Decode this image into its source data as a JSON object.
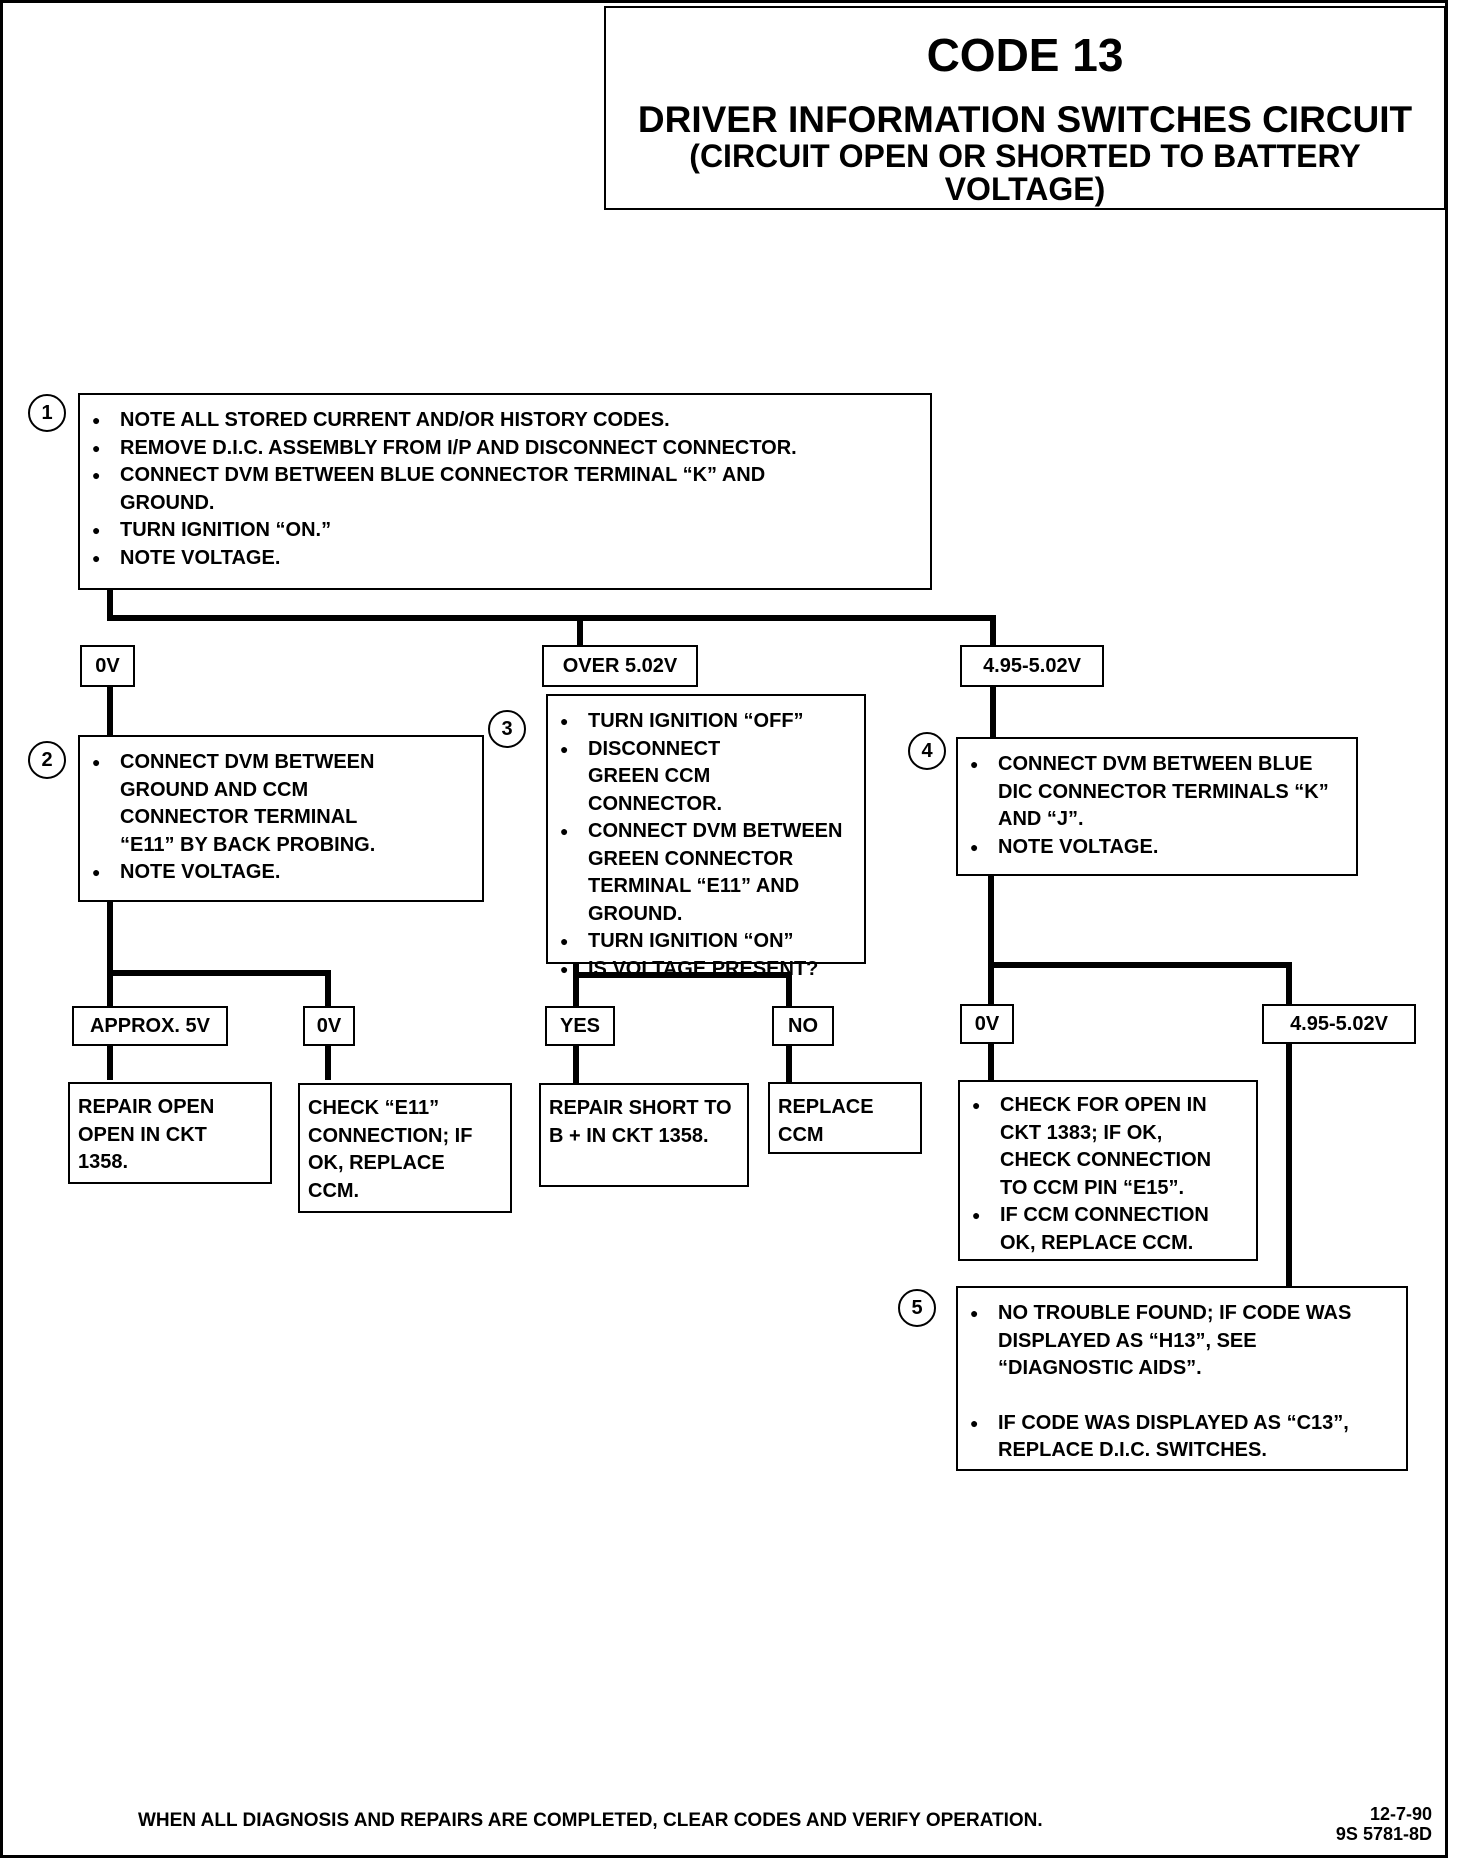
{
  "header": {
    "code": "CODE 13",
    "title": "DRIVER INFORMATION SWITCHES CIRCUIT",
    "subtitle_line1": "(CIRCUIT OPEN OR SHORTED TO BATTERY",
    "subtitle_line2": "VOLTAGE)"
  },
  "steps": {
    "s1": "1",
    "s2": "2",
    "s3": "3",
    "s4": "4",
    "s5": "5"
  },
  "step1": {
    "items": [
      "NOTE ALL STORED CURRENT AND/OR HISTORY CODES.",
      "REMOVE D.I.C. ASSEMBLY FROM I/P AND DISCONNECT CONNECTOR.",
      "CONNECT DVM BETWEEN BLUE CONNECTOR TERMINAL “K” AND GROUND.",
      "TURN IGNITION “ON.”",
      "NOTE VOLTAGE."
    ]
  },
  "branch1": {
    "ov": "0V",
    "over": "OVER 5.02V",
    "range": "4.95-5.02V"
  },
  "step2": {
    "items": [
      "CONNECT DVM BETWEEN GROUND AND CCM CONNECTOR TERMINAL “E11” BY BACK PROBING.",
      "NOTE VOLTAGE."
    ]
  },
  "step3": {
    "items": [
      "TURN IGNITION “OFF”",
      "DISCONNECT GREEN CCM CONNECTOR.",
      "CONNECT DVM BETWEEN GREEN CONNECTOR TERMINAL “E11” AND GROUND.",
      "TURN IGNITION “ON”",
      "IS VOLTAGE PRESENT?"
    ]
  },
  "step4": {
    "items": [
      "CONNECT DVM BETWEEN BLUE DIC CONNECTOR TERMINALS “K” AND “J”.",
      "NOTE VOLTAGE."
    ]
  },
  "branch2": {
    "approx": "APPROX. 5V",
    "ov": "0V",
    "yes": "YES",
    "no": "NO",
    "ov4": "0V",
    "range4": "4.95-5.02V"
  },
  "results": {
    "repair_open": "REPAIR OPEN OPEN IN CKT 1358.",
    "check_e11": "CHECK “E11” CONNECTION; IF OK, REPLACE CCM.",
    "repair_short": "REPAIR SHORT TO B + IN CKT 1358.",
    "replace_ccm": "REPLACE CCM"
  },
  "check_open": {
    "items": [
      "CHECK FOR OPEN IN CKT 1383; IF OK, CHECK CONNECTION TO CCM PIN “E15”.",
      "IF CCM CONNECTION OK, REPLACE CCM."
    ]
  },
  "step5": {
    "items": [
      "NO TROUBLE FOUND; IF CODE WAS DISPLAYED AS “H13”,  SEE “DIAGNOSTIC AIDS”.",
      "IF CODE WAS DISPLAYED AS “C13”, REPLACE D.I.C. SWITCHES."
    ]
  },
  "footer": {
    "note": "WHEN ALL DIAGNOSIS AND REPAIRS ARE COMPLETED, CLEAR CODES AND VERIFY OPERATION.",
    "date": "12-7-90",
    "doc_number": "9S 5781-8D"
  }
}
